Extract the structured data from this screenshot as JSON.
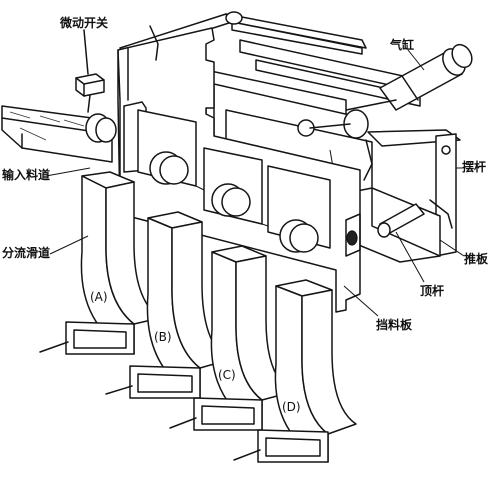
{
  "labels": {
    "micro_switch": "微动开关",
    "cylinder": "气缸",
    "input_chute": "输入料道",
    "swing_rod": "摆杆",
    "diverter_chute": "分流滑道",
    "push_plate": "推板",
    "ejector_rod": "顶杆",
    "stop_plate": "挡料板"
  },
  "chutes": [
    {
      "id": "A",
      "label": "(A)"
    },
    {
      "id": "B",
      "label": "(B)"
    },
    {
      "id": "C",
      "label": "(C)"
    },
    {
      "id": "D",
      "label": "(D)"
    }
  ]
}
